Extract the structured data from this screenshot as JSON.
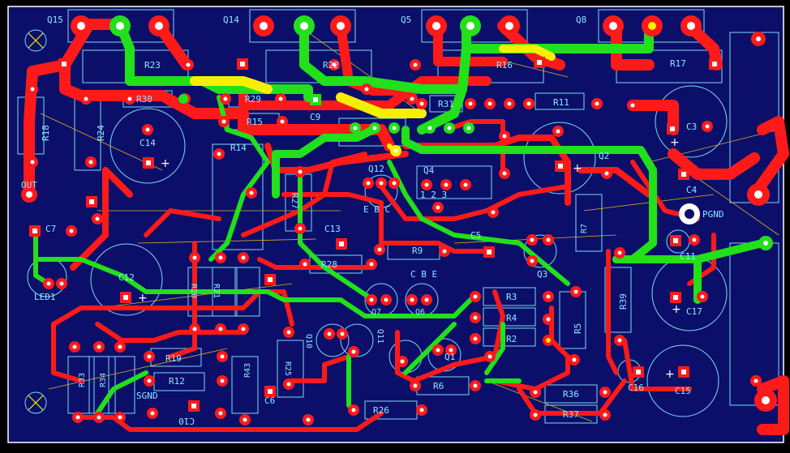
{
  "colors": {
    "board": "#0b0f6a",
    "border": "#ffffff",
    "silkscreen": "#8fe6ff",
    "trace_top": "#ff1a1a",
    "trace_bottom": "#22e01a",
    "trace_overlap": "#f6f000",
    "ratsnest": "#e0b020",
    "pad_white": "#ffffff"
  },
  "labels": {
    "q15": "Q15",
    "q14": "Q14",
    "q5": "Q5",
    "q8": "Q8",
    "r23": "R23",
    "r22": "R22",
    "r16": "R16",
    "r17": "R17",
    "r30": "R30",
    "r29": "R29",
    "r15": "R15",
    "c9": "C9",
    "r31": "R31",
    "r11": "R11",
    "r18": "R18",
    "r24": "R24",
    "c14": "C14",
    "r14": "R14",
    "q12": "Q12",
    "q4": "Q4",
    "c3": "C3",
    "c4": "C4",
    "q2": "Q2",
    "out": "OUT",
    "c7": "C7",
    "r27": "R27",
    "c13": "C13",
    "c5": "C5",
    "pgnd": "PGND",
    "c12": "C12",
    "led1": "LED1",
    "r28": "R28",
    "r9": "R9",
    "q3": "Q3",
    "r39": "R39",
    "c11": "C11",
    "r20": "R20",
    "r21": "R21",
    "r3": "R3",
    "r4": "R4",
    "r2": "R2",
    "r5": "R5",
    "c17": "C17",
    "q7": "Q7",
    "q6": "Q6",
    "q10": "Q10",
    "q11": "Q11",
    "q1": "Q1",
    "r19": "R19",
    "r12": "R12",
    "r43": "R43",
    "r25": "R25",
    "c6": "C6",
    "r33": "R33",
    "r34": "R34",
    "r36": "R36",
    "r37": "R37",
    "c16": "C16",
    "c15": "C15",
    "r26": "R26",
    "r6": "R6",
    "sgnd": "SGND",
    "c10": "C10",
    "r7": "R7",
    "cbe": "C B E",
    "ebc": "E B C",
    "pin123": "1 2 3"
  }
}
